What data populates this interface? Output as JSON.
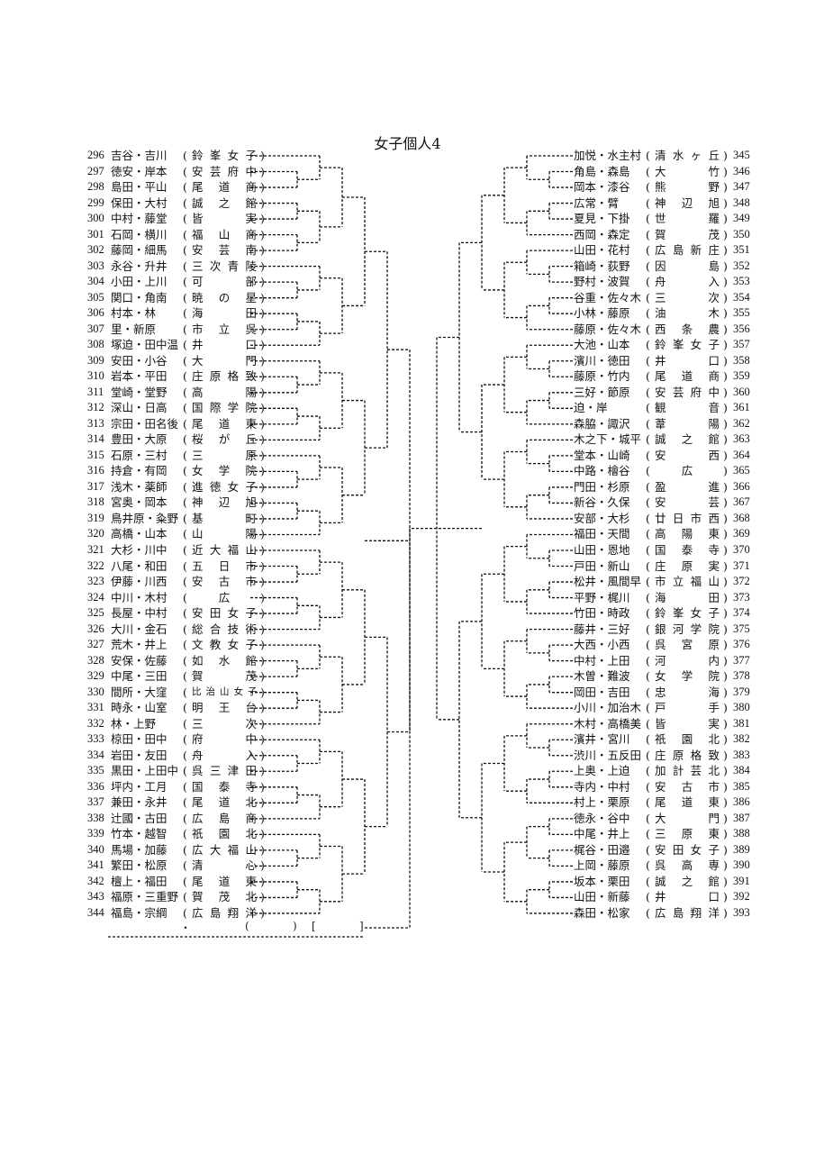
{
  "title": "女子個人4",
  "left_entries": [
    {
      "no": "296",
      "names": "吉谷・吉川",
      "school": "鈴峯女子"
    },
    {
      "no": "297",
      "names": "徳安・岸本",
      "school": "安芸府中"
    },
    {
      "no": "298",
      "names": "島田・平山",
      "school": "尾道商"
    },
    {
      "no": "299",
      "names": "保田・大村",
      "school": "誠之館"
    },
    {
      "no": "300",
      "names": "中村・藤堂",
      "school": "皆実"
    },
    {
      "no": "301",
      "names": "石岡・横川",
      "school": "福山商"
    },
    {
      "no": "302",
      "names": "藤岡・細馬",
      "school": "安芸南"
    },
    {
      "no": "303",
      "names": "永谷・升井",
      "school": "三次青陵"
    },
    {
      "no": "304",
      "names": "小田・上川",
      "school": "可部"
    },
    {
      "no": "305",
      "names": "関口・角南",
      "school": "暁の星"
    },
    {
      "no": "306",
      "names": "村本・林",
      "school": "海田"
    },
    {
      "no": "307",
      "names": "里・新原",
      "school": "市立呉"
    },
    {
      "no": "308",
      "names": "塚迫・田中温",
      "school": "井口"
    },
    {
      "no": "309",
      "names": "安田・小谷",
      "school": "大門"
    },
    {
      "no": "310",
      "names": "岩本・平田",
      "school": "庄原格致"
    },
    {
      "no": "311",
      "names": "堂崎・堂野",
      "school": "高陽"
    },
    {
      "no": "312",
      "names": "深山・日高",
      "school": "国際学院"
    },
    {
      "no": "313",
      "names": "宗田・田名後",
      "school": "尾道東"
    },
    {
      "no": "314",
      "names": "豊田・大原",
      "school": "桜が丘"
    },
    {
      "no": "315",
      "names": "石原・三村",
      "school": "三原"
    },
    {
      "no": "316",
      "names": "持倉・有岡",
      "school": "女学院"
    },
    {
      "no": "317",
      "names": "浅木・薬師",
      "school": "進徳女子"
    },
    {
      "no": "318",
      "names": "宮奥・岡本",
      "school": "神辺旭"
    },
    {
      "no": "319",
      "names": "鳥井原・粂野",
      "school": "基町"
    },
    {
      "no": "320",
      "names": "高橋・山本",
      "school": "山陽"
    },
    {
      "no": "321",
      "names": "大杉・川中",
      "school": "近大福山"
    },
    {
      "no": "322",
      "names": "八尾・和田",
      "school": "五日市"
    },
    {
      "no": "323",
      "names": "伊藤・川西",
      "school": "安古市"
    },
    {
      "no": "324",
      "names": "中川・木村",
      "school": "広"
    },
    {
      "no": "325",
      "names": "長屋・中村",
      "school": "安田女子"
    },
    {
      "no": "326",
      "names": "大川・金石",
      "school": "総合技術"
    },
    {
      "no": "327",
      "names": "荒木・井上",
      "school": "文教女子"
    },
    {
      "no": "328",
      "names": "安保・佐藤",
      "school": "如水館"
    },
    {
      "no": "329",
      "names": "中尾・三田",
      "school": "賀茂"
    },
    {
      "no": "330",
      "names": "間所・大窪",
      "school": "比治山女子"
    },
    {
      "no": "331",
      "names": "時永・山室",
      "school": "明王台"
    },
    {
      "no": "332",
      "names": "林・上野",
      "school": "三次"
    },
    {
      "no": "333",
      "names": "椋田・田中",
      "school": "府中"
    },
    {
      "no": "334",
      "names": "岩田・友田",
      "school": "舟入"
    },
    {
      "no": "335",
      "names": "黒田・上田中",
      "school": "呉三津田"
    },
    {
      "no": "336",
      "names": "坪内・工月",
      "school": "国泰寺"
    },
    {
      "no": "337",
      "names": "兼田・永井",
      "school": "尾道北"
    },
    {
      "no": "338",
      "names": "辻國・古田",
      "school": "広島商"
    },
    {
      "no": "339",
      "names": "竹本・越智",
      "school": "祇園北"
    },
    {
      "no": "340",
      "names": "馬場・加藤",
      "school": "広大福山"
    },
    {
      "no": "341",
      "names": "繁田・松原",
      "school": "清心"
    },
    {
      "no": "342",
      "names": "檀上・福田",
      "school": "尾道東"
    },
    {
      "no": "343",
      "names": "福原・三重野",
      "school": "賀茂北"
    },
    {
      "no": "344",
      "names": "福島・宗綱",
      "school": "広島翔洋"
    }
  ],
  "right_entries": [
    {
      "no": "345",
      "names": "加悦・水主村",
      "school": "清水ヶ丘"
    },
    {
      "no": "346",
      "names": "角島・森島",
      "school": "大竹"
    },
    {
      "no": "347",
      "names": "岡本・漆谷",
      "school": "熊野"
    },
    {
      "no": "348",
      "names": "広常・臂",
      "school": "神辺旭"
    },
    {
      "no": "349",
      "names": "夏見・下掛",
      "school": "世羅"
    },
    {
      "no": "350",
      "names": "西岡・森定",
      "school": "賀茂"
    },
    {
      "no": "351",
      "names": "山田・花村",
      "school": "広島新庄"
    },
    {
      "no": "352",
      "names": "箱崎・荻野",
      "school": "因島"
    },
    {
      "no": "353",
      "names": "野村・波賀",
      "school": "舟入"
    },
    {
      "no": "354",
      "names": "谷重・佐々木",
      "school": "三次"
    },
    {
      "no": "355",
      "names": "小林・藤原",
      "school": "油木"
    },
    {
      "no": "356",
      "names": "藤原・佐々木",
      "school": "西条農"
    },
    {
      "no": "357",
      "names": "大池・山本",
      "school": "鈴峯女子"
    },
    {
      "no": "358",
      "names": "濱川・徳田",
      "school": "井口"
    },
    {
      "no": "359",
      "names": "藤原・竹内",
      "school": "尾道商"
    },
    {
      "no": "360",
      "names": "三好・節原",
      "school": "安芸府中"
    },
    {
      "no": "361",
      "names": "迫・岸",
      "school": "観音"
    },
    {
      "no": "362",
      "names": "森脇・諏沢",
      "school": "葦陽"
    },
    {
      "no": "363",
      "names": "木之下・城平",
      "school": "誠之館"
    },
    {
      "no": "364",
      "names": "堂本・山崎",
      "school": "安西"
    },
    {
      "no": "365",
      "names": "中路・檜谷",
      "school": "広"
    },
    {
      "no": "366",
      "names": "門田・杉原",
      "school": "盈進"
    },
    {
      "no": "367",
      "names": "新谷・久保",
      "school": "安芸"
    },
    {
      "no": "368",
      "names": "安部・大杉",
      "school": "廿日市西"
    },
    {
      "no": "369",
      "names": "福田・天間",
      "school": "高陽東"
    },
    {
      "no": "370",
      "names": "山田・恩地",
      "school": "国泰寺"
    },
    {
      "no": "371",
      "names": "戸田・新山",
      "school": "庄原実"
    },
    {
      "no": "372",
      "names": "松井・風間早",
      "school": "市立福山"
    },
    {
      "no": "373",
      "names": "平野・梶川",
      "school": "海田"
    },
    {
      "no": "374",
      "names": "竹田・時政",
      "school": "鈴峯女子"
    },
    {
      "no": "375",
      "names": "藤井・三好",
      "school": "銀河学院"
    },
    {
      "no": "376",
      "names": "大西・小西",
      "school": "呉宮原"
    },
    {
      "no": "377",
      "names": "中村・上田",
      "school": "河内"
    },
    {
      "no": "378",
      "names": "木曽・難波",
      "school": "女学院"
    },
    {
      "no": "379",
      "names": "岡田・吉田",
      "school": "忠海"
    },
    {
      "no": "380",
      "names": "小川・加治木",
      "school": "戸手"
    },
    {
      "no": "381",
      "names": "木村・高橋美",
      "school": "皆実"
    },
    {
      "no": "382",
      "names": "濱井・宮川",
      "school": "祇園北"
    },
    {
      "no": "383",
      "names": "渋川・五反田",
      "school": "庄原格致"
    },
    {
      "no": "384",
      "names": "上奥・上迫",
      "school": "加計芸北"
    },
    {
      "no": "385",
      "names": "寺内・中村",
      "school": "安古市"
    },
    {
      "no": "386",
      "names": "村上・栗原",
      "school": "尾道東"
    },
    {
      "no": "387",
      "names": "徳永・谷中",
      "school": "大門"
    },
    {
      "no": "388",
      "names": "中尾・井上",
      "school": "三原東"
    },
    {
      "no": "389",
      "names": "梶谷・田邉",
      "school": "安田女子"
    },
    {
      "no": "390",
      "names": "上岡・藤原",
      "school": "呉高専"
    },
    {
      "no": "391",
      "names": "坂本・栗田",
      "school": "誠之館"
    },
    {
      "no": "392",
      "names": "山田・新藤",
      "school": "井口"
    },
    {
      "no": "393",
      "names": "森田・松家",
      "school": "広島翔洋"
    }
  ],
  "winner_line": {
    "separator": "・",
    "paren_open": "(",
    "paren_close": ")",
    "bracket_open": "[",
    "bracket_close": "]"
  }
}
